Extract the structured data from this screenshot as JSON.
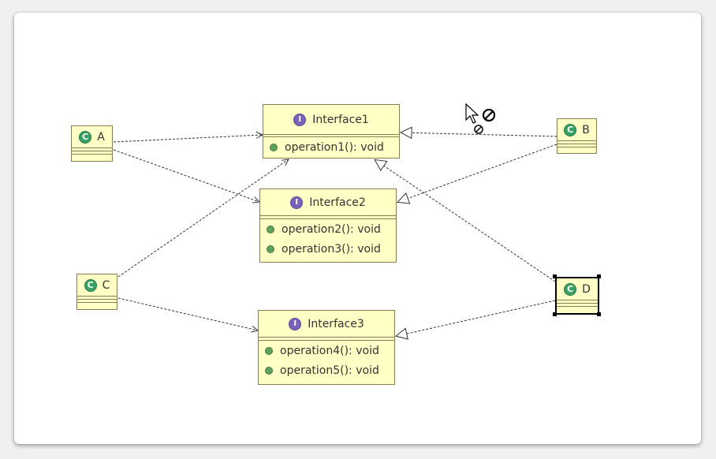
{
  "classes": {
    "a": {
      "name": "A",
      "badge": "C"
    },
    "b": {
      "name": "B",
      "badge": "C"
    },
    "c": {
      "name": "C",
      "badge": "C"
    },
    "d": {
      "name": "D",
      "badge": "C"
    }
  },
  "interfaces": {
    "i1": {
      "name": "Interface1",
      "badge": "I",
      "ops": [
        "operation1(): void"
      ]
    },
    "i2": {
      "name": "Interface2",
      "badge": "I",
      "ops": [
        "operation2(): void",
        "operation3(): void"
      ]
    },
    "i3": {
      "name": "Interface3",
      "badge": "I",
      "ops": [
        "operation4(): void",
        "operation5(): void"
      ]
    }
  },
  "colors": {
    "node_fill": "#ffffc6",
    "node_border": "#8b7d52",
    "class_badge": "#3aa064",
    "interface_badge": "#7a63b8",
    "op_dot": "#62a060"
  },
  "relations": [
    {
      "from": "A",
      "to": "Interface1",
      "kind": "dependency"
    },
    {
      "from": "A",
      "to": "Interface2",
      "kind": "dependency"
    },
    {
      "from": "C",
      "to": "Interface1",
      "kind": "dependency"
    },
    {
      "from": "C",
      "to": "Interface3",
      "kind": "dependency"
    },
    {
      "from": "B",
      "to": "Interface1",
      "kind": "realization"
    },
    {
      "from": "B",
      "to": "Interface2",
      "kind": "realization"
    },
    {
      "from": "D",
      "to": "Interface1",
      "kind": "realization"
    },
    {
      "from": "D",
      "to": "Interface3",
      "kind": "realization"
    }
  ],
  "cursor": {
    "icon": "arrow-cursor-with-no-drop-icon"
  }
}
